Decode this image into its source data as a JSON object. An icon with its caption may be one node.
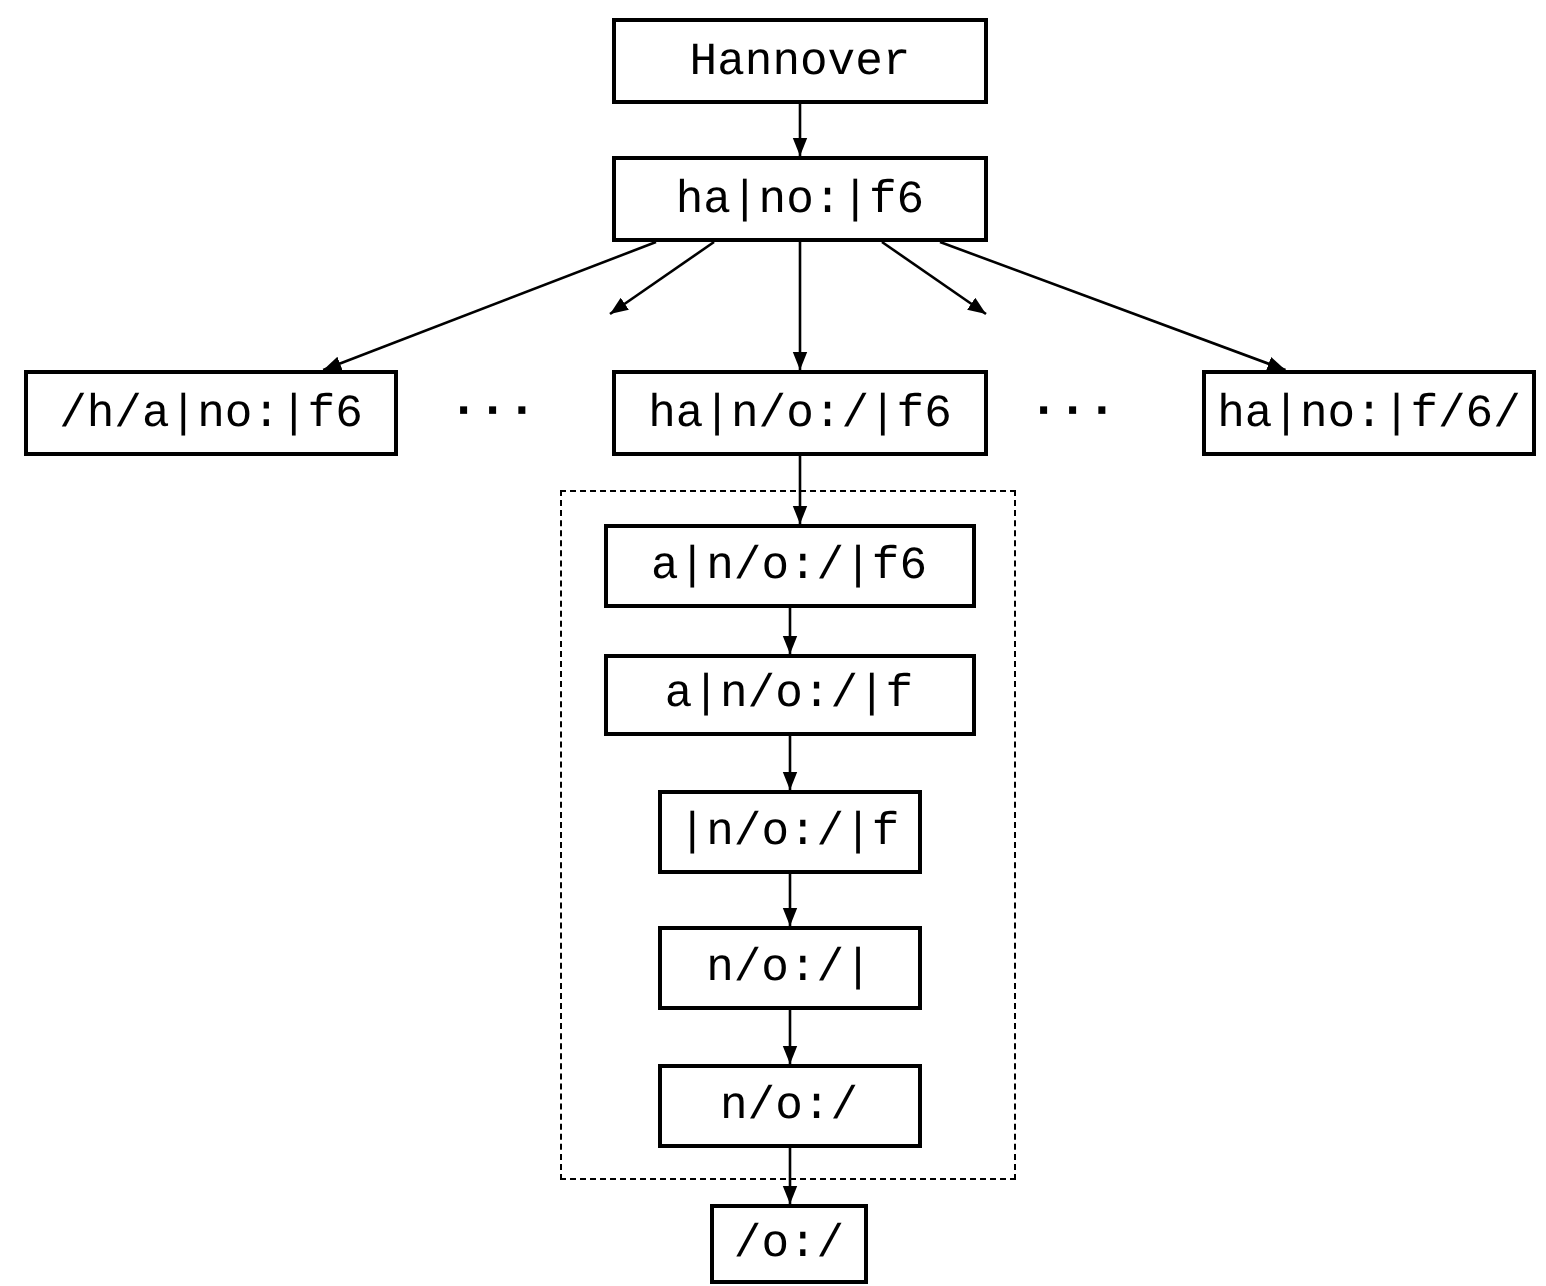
{
  "diagram": {
    "nodes": [
      {
        "text": [
          "Hannover"
        ]
      },
      {
        "text": [
          "ha|no:|f6"
        ]
      },
      {
        "text": [
          "/h/a|no:|f6"
        ]
      },
      {
        "text": [
          "ha|n/o:/|f6"
        ]
      },
      {
        "text": [
          "ha|no:|f/6/"
        ]
      },
      {
        "text": [],
        "shape": "box"
      },
      {
        "text": [
          "a|n/o:/|f6"
        ],
        "in": 5
      },
      {
        "text": [
          "a|n/o:/|f"
        ],
        "in": 5
      },
      {
        "text": [
          "|n/o:/|f"
        ],
        "in": 5
      },
      {
        "text": [
          "n/o:/|"
        ],
        "in": 5
      },
      {
        "text": [
          "n/o:/"
        ],
        "in": 5
      },
      {
        "text": [
          "/o:/"
        ]
      }
    ],
    "edges": [
      {
        "from": 0,
        "to": 1,
        "arrow": "to"
      },
      {
        "from": 1,
        "to": 2,
        "arrow": "to"
      },
      {
        "from": 1,
        "to": null,
        "arrow": "to"
      },
      {
        "from": 1,
        "to": 3,
        "arrow": "to"
      },
      {
        "from": 1,
        "to": null,
        "arrow": "to"
      },
      {
        "from": 1,
        "to": 4,
        "arrow": "to"
      },
      {
        "from": 3,
        "to": 6,
        "arrow": "to"
      },
      {
        "from": 6,
        "to": 7,
        "arrow": "to"
      },
      {
        "from": 7,
        "to": 8,
        "arrow": "to"
      },
      {
        "from": 8,
        "to": 9,
        "arrow": "to"
      },
      {
        "from": 9,
        "to": 10,
        "arrow": "to"
      },
      {
        "from": 10,
        "to": 11,
        "arrow": "to"
      }
    ],
    "labels": [
      "· · ·",
      "· · ·"
    ]
  }
}
